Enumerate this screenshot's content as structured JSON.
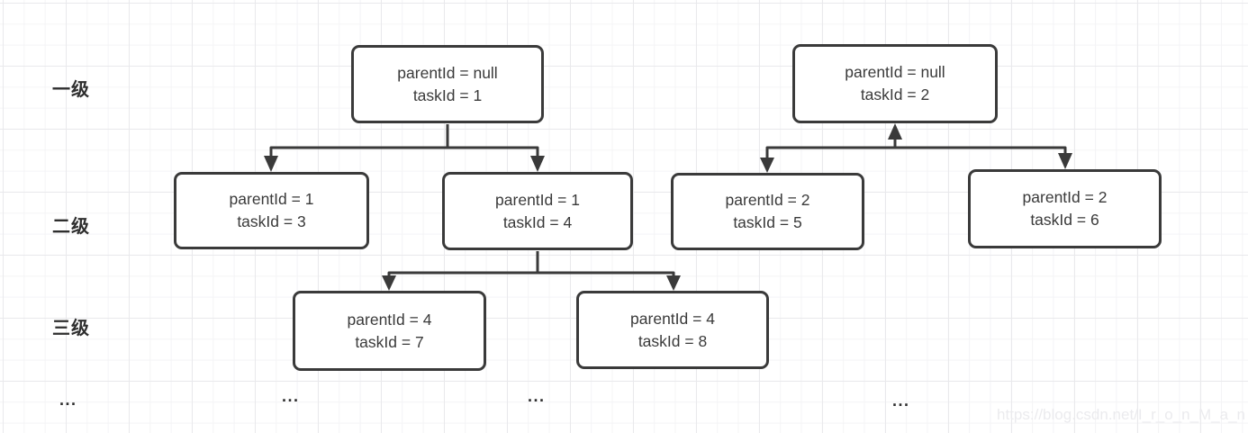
{
  "diagram": {
    "row_labels": [
      {
        "text": "一级"
      },
      {
        "text": "二级"
      },
      {
        "text": "三级"
      }
    ],
    "ellipsis": "...",
    "nodes": [
      {
        "id": "task-1",
        "line1": "parentId = null",
        "line2": "taskId = 1"
      },
      {
        "id": "task-2",
        "line1": "parentId = null",
        "line2": "taskId = 2"
      },
      {
        "id": "task-3",
        "line1": "parentId = 1",
        "line2": "taskId = 3"
      },
      {
        "id": "task-4",
        "line1": "parentId = 1",
        "line2": "taskId = 4"
      },
      {
        "id": "task-5",
        "line1": "parentId = 2",
        "line2": "taskId = 5"
      },
      {
        "id": "task-6",
        "line1": "parentId = 2",
        "line2": "taskId = 6"
      },
      {
        "id": "task-7",
        "line1": "parentId = 4",
        "line2": "taskId = 7"
      },
      {
        "id": "task-8",
        "line1": "parentId = 4",
        "line2": "taskId = 8"
      }
    ],
    "edges": [
      {
        "from": "task-1",
        "to": "task-3",
        "arrow": "into-child"
      },
      {
        "from": "task-1",
        "to": "task-4",
        "arrow": "into-child"
      },
      {
        "from": "task-4",
        "to": "task-7",
        "arrow": "into-child"
      },
      {
        "from": "task-4",
        "to": "task-8",
        "arrow": "into-child"
      },
      {
        "from": "task-5",
        "to": "task-2",
        "arrow": "into-parent-and-children"
      },
      {
        "from": "task-6",
        "to": "task-2",
        "arrow": "into-parent-and-children"
      }
    ],
    "watermark": "https://blog.csdn.net/I_r_o_n_M_a_n",
    "colors": {
      "line": "#3a3a3a",
      "node_border": "#3a3a3a",
      "node_text": "#3a3a3a",
      "label_text": "#2e2e2e",
      "grid_minor": "#f4f4f6",
      "grid_major": "#e9e9ec",
      "watermark": "#ebebee"
    }
  }
}
